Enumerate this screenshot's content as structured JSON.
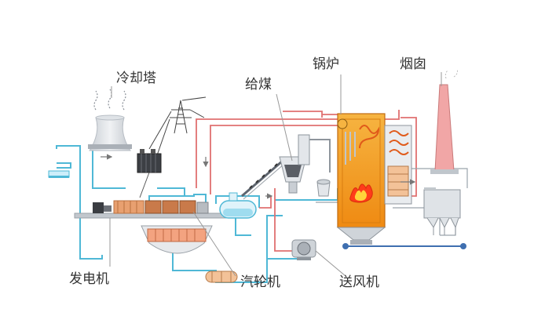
{
  "labels": {
    "cooling_tower": "冷却塔",
    "coal_feed": "给煤",
    "boiler": "锅炉",
    "chimney": "烟囱",
    "generator": "发电机",
    "turbine": "汽轮机",
    "blower": "送风机"
  },
  "colors": {
    "water_pipe": "#4fb8d6",
    "steam_pipe": "#e07070",
    "boiler_fill": "#f39a1e",
    "flame": "#ff3b1a",
    "chimney": "#f1a6a6",
    "equipment_gray": "#d3d8de",
    "generator_orange": "#e8a070",
    "cooling_tower": "#e3e6ea"
  }
}
